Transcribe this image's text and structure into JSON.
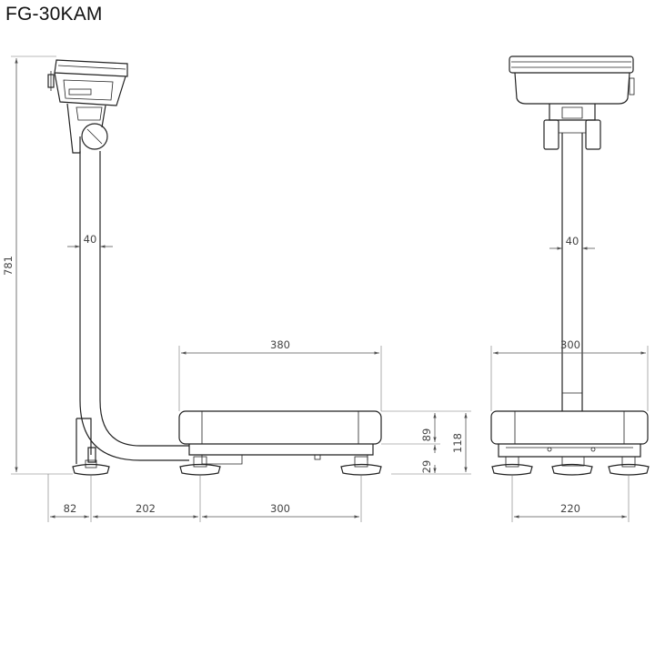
{
  "title": "FG-30KAM",
  "dimensions": {
    "overall_height": "781",
    "pole_width_side": "40",
    "pole_width_front": "40",
    "platform_depth": "380",
    "platform_width": "300",
    "platform_height": "89",
    "base_height": "118",
    "foot_height": "29",
    "rear_offset": "82",
    "pole_to_foot": "202",
    "foot_span_side": "300",
    "foot_span_front": "220"
  }
}
